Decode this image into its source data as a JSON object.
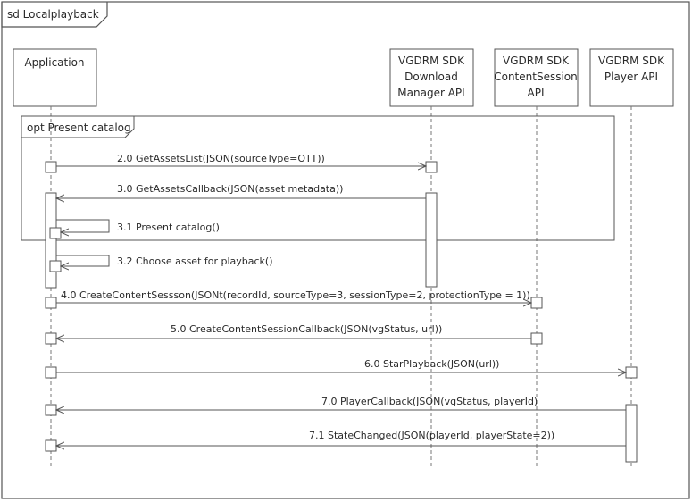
{
  "frame": {
    "title": "sd Localplayback"
  },
  "lifelines": [
    {
      "id": "app",
      "lines": [
        "Application"
      ]
    },
    {
      "id": "dm",
      "lines": [
        "VGDRM SDK",
        "Download",
        "Manager API"
      ]
    },
    {
      "id": "cs",
      "lines": [
        "VGDRM SDK",
        "ContentSession",
        "API"
      ]
    },
    {
      "id": "pl",
      "lines": [
        "VGDRM SDK",
        "Player API"
      ]
    }
  ],
  "fragment": {
    "label": "opt Present catalog"
  },
  "messages": [
    {
      "label": "2.0 GetAssetsList(JSON(sourceType=OTT))",
      "from": "app",
      "to": "dm"
    },
    {
      "label": "3.0 GetAssetsCallback(JSON(asset metadata))",
      "from": "dm",
      "to": "app"
    },
    {
      "label": "3.1 Present catalog()",
      "from": "app",
      "to": "app"
    },
    {
      "label": "3.2 Choose asset for playback()",
      "from": "app",
      "to": "app"
    },
    {
      "label": "4.0 CreateContentSessson(JSONt(recordId, sourceType=3, sessionType=2, protectionType = 1))",
      "from": "app",
      "to": "cs"
    },
    {
      "label": "5.0 CreateContentSessionCallback(JSON(vgStatus, url))",
      "from": "cs",
      "to": "app"
    },
    {
      "label": "6.0 StarPlayback(JSON(url))",
      "from": "app",
      "to": "pl"
    },
    {
      "label": "7.0 PlayerCallback(JSON(vgStatus, playerId)",
      "from": "pl",
      "to": "app"
    },
    {
      "label": "7.1 StateChanged(JSON(playerId, playerState=2))",
      "from": "pl",
      "to": "app"
    }
  ]
}
